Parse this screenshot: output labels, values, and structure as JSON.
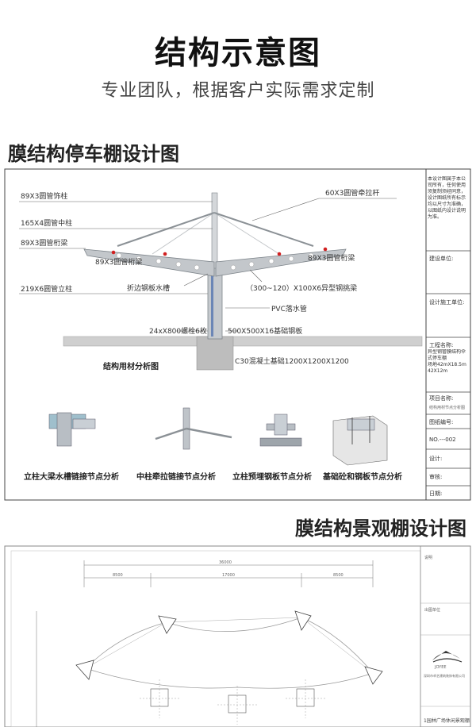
{
  "header": {
    "title": "结构示意图",
    "subtitle": "专业团队，根据客户实际需求定制"
  },
  "section1": {
    "title": "膜结构停车棚设计图",
    "labels": {
      "post_decor": "89X3圆管饰柱",
      "mid_post": "165X4圆管中柱",
      "truss_left_top": "89X3圆管桁梁",
      "truss_left_bottom": "89X3圆管桁梁",
      "main_post": "219X6圆管立柱",
      "tie_rod": "60X3圆管牵拉杆",
      "truss_right": "89X3圆管桁梁",
      "gutter": "折边钢板水槽",
      "steel_beam": "（300~120）X100X6异型钢挑梁",
      "drain": "PVC落水管",
      "bolts": "24ⅹX800螺栓6枚",
      "base_plate": "500X500X16基础钢板",
      "foundation": "C30混凝土基础1200X1200X1200",
      "analysis_title": "结构用材分析图"
    },
    "details": [
      "立柱大梁水槽链接节点分析",
      "中柱牵拉链接节点分析",
      "立柱预埋钢板节点分析",
      "基础砼和钢板节点分析"
    ],
    "title_block": {
      "note": "本设计图属于本公司所有，任何使用须复制须经同意，设计图纸所有标示均以尺寸为准确，以图纸内设计说明为准。",
      "unit_label": "建设单位:",
      "construct_label": "设计施工单位:",
      "project_label": "工程名称:",
      "project_name": "异型钢管膜结构伞式停车棚",
      "size": "场地42mX18.5m 42X12m",
      "item_label": "项目名称:",
      "item_name": "结构用材节点分析图",
      "drawing_no_label": "图纸编号:",
      "drawing_no": "NO.---002",
      "design": "设计:",
      "review": "审核:",
      "date": "日期:"
    }
  },
  "section2": {
    "title": "膜结构景观棚设计图",
    "dims": [
      "36000",
      "8500",
      "17000",
      "8500"
    ],
    "side_labels": [
      "说明",
      "出图单位"
    ],
    "logo_text": "JOYEE",
    "company": "深圳市卓艺建筑装饰有限公司",
    "project": "1园林广场休闲景观棚"
  },
  "colors": {
    "steel": "#b9bec3",
    "steel_dark": "#7e858b",
    "ground": "#c9c9c9",
    "accent_red": "#d12020",
    "leader_blue": "#1a4fb3"
  }
}
